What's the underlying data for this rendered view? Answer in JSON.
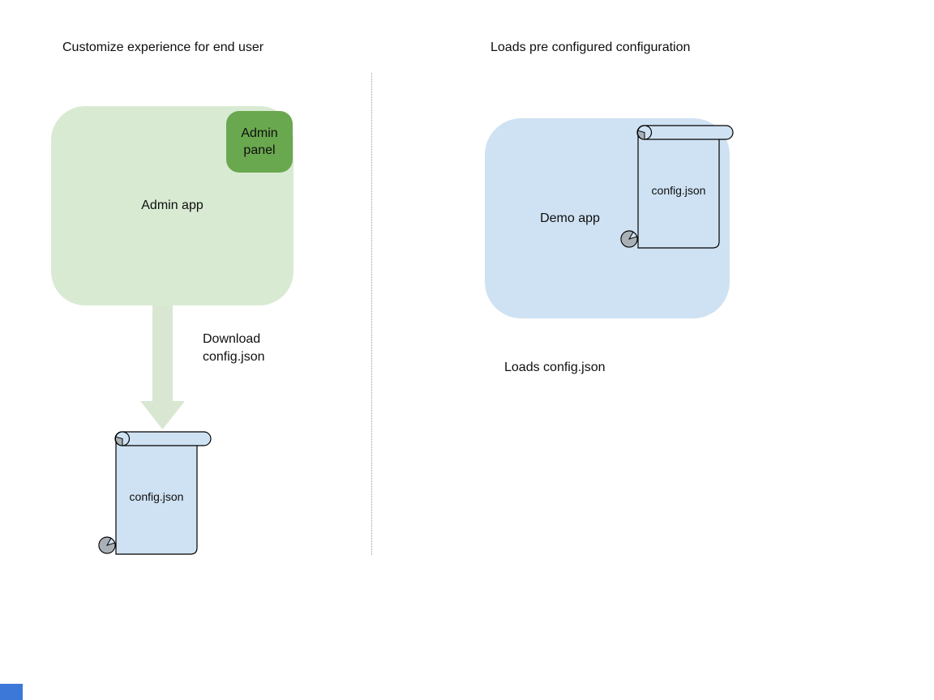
{
  "diagram": {
    "left": {
      "title": "Customize experience for end user",
      "admin_app_label": "Admin app",
      "admin_panel_label": "Admin panel",
      "arrow_label": "Download\nconfig.json",
      "config_file_label": "config.json"
    },
    "right": {
      "title": "Loads pre configured configuration",
      "demo_app_label": "Demo app",
      "config_file_label": "config.json",
      "caption": "Loads config.json"
    },
    "icons": {
      "config_file_icon": "scroll-icon",
      "download_arrow_icon": "arrow-down-icon"
    },
    "colors": {
      "admin_app_fill": "#d9ead3",
      "admin_panel_fill": "#6aa84f",
      "download_arrow_fill": "#d9e7d2",
      "demo_app_fill": "#cfe2f3",
      "scroll_fill": "#cfe2f3",
      "scroll_curl_fill": "#a9b0b6",
      "scroll_stroke": "#000000",
      "divider_color": "#999999",
      "corner_accent_fill": "#3c78d8",
      "text_color": "#0f0f0f"
    }
  }
}
